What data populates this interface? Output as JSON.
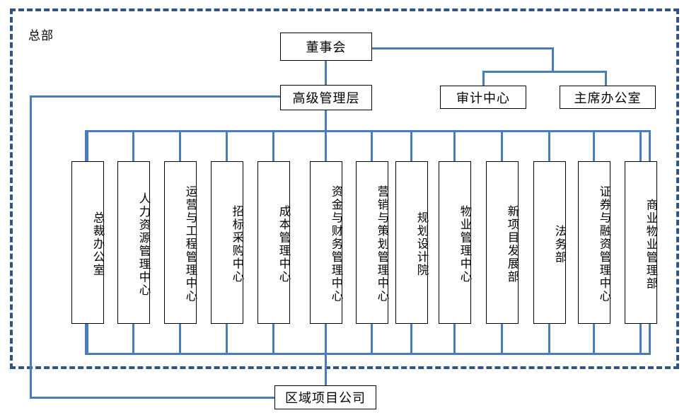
{
  "diagram": {
    "title_label": "总部",
    "colors": {
      "connector": "#4a7ebb",
      "boundary": "#2e5583",
      "box_border": "#000000",
      "box_fill": "#ffffff"
    },
    "top_nodes": {
      "board": "董事会",
      "senior_management": "高级管理层",
      "audit_center": "审计中心",
      "chairman_office": "主席办公室"
    },
    "departments": [
      {
        "label": "总裁办公室"
      },
      {
        "label": "人力资源管理中心"
      },
      {
        "label": "运营与工程管理中心"
      },
      {
        "label": "招标采购中心"
      },
      {
        "label": "成本管理中心"
      },
      {
        "label": "资金与财务管理中心"
      },
      {
        "label": "营销与策划管理中心"
      },
      {
        "label": "规划设计院"
      },
      {
        "label": "物业管理中心"
      },
      {
        "label": "新项目发展部"
      },
      {
        "label": "法务部"
      },
      {
        "label": "证券与融资管理中心"
      },
      {
        "label": "商业物业管理部"
      }
    ],
    "bottom_node": {
      "regional_project_company": "区域项目公司"
    }
  }
}
